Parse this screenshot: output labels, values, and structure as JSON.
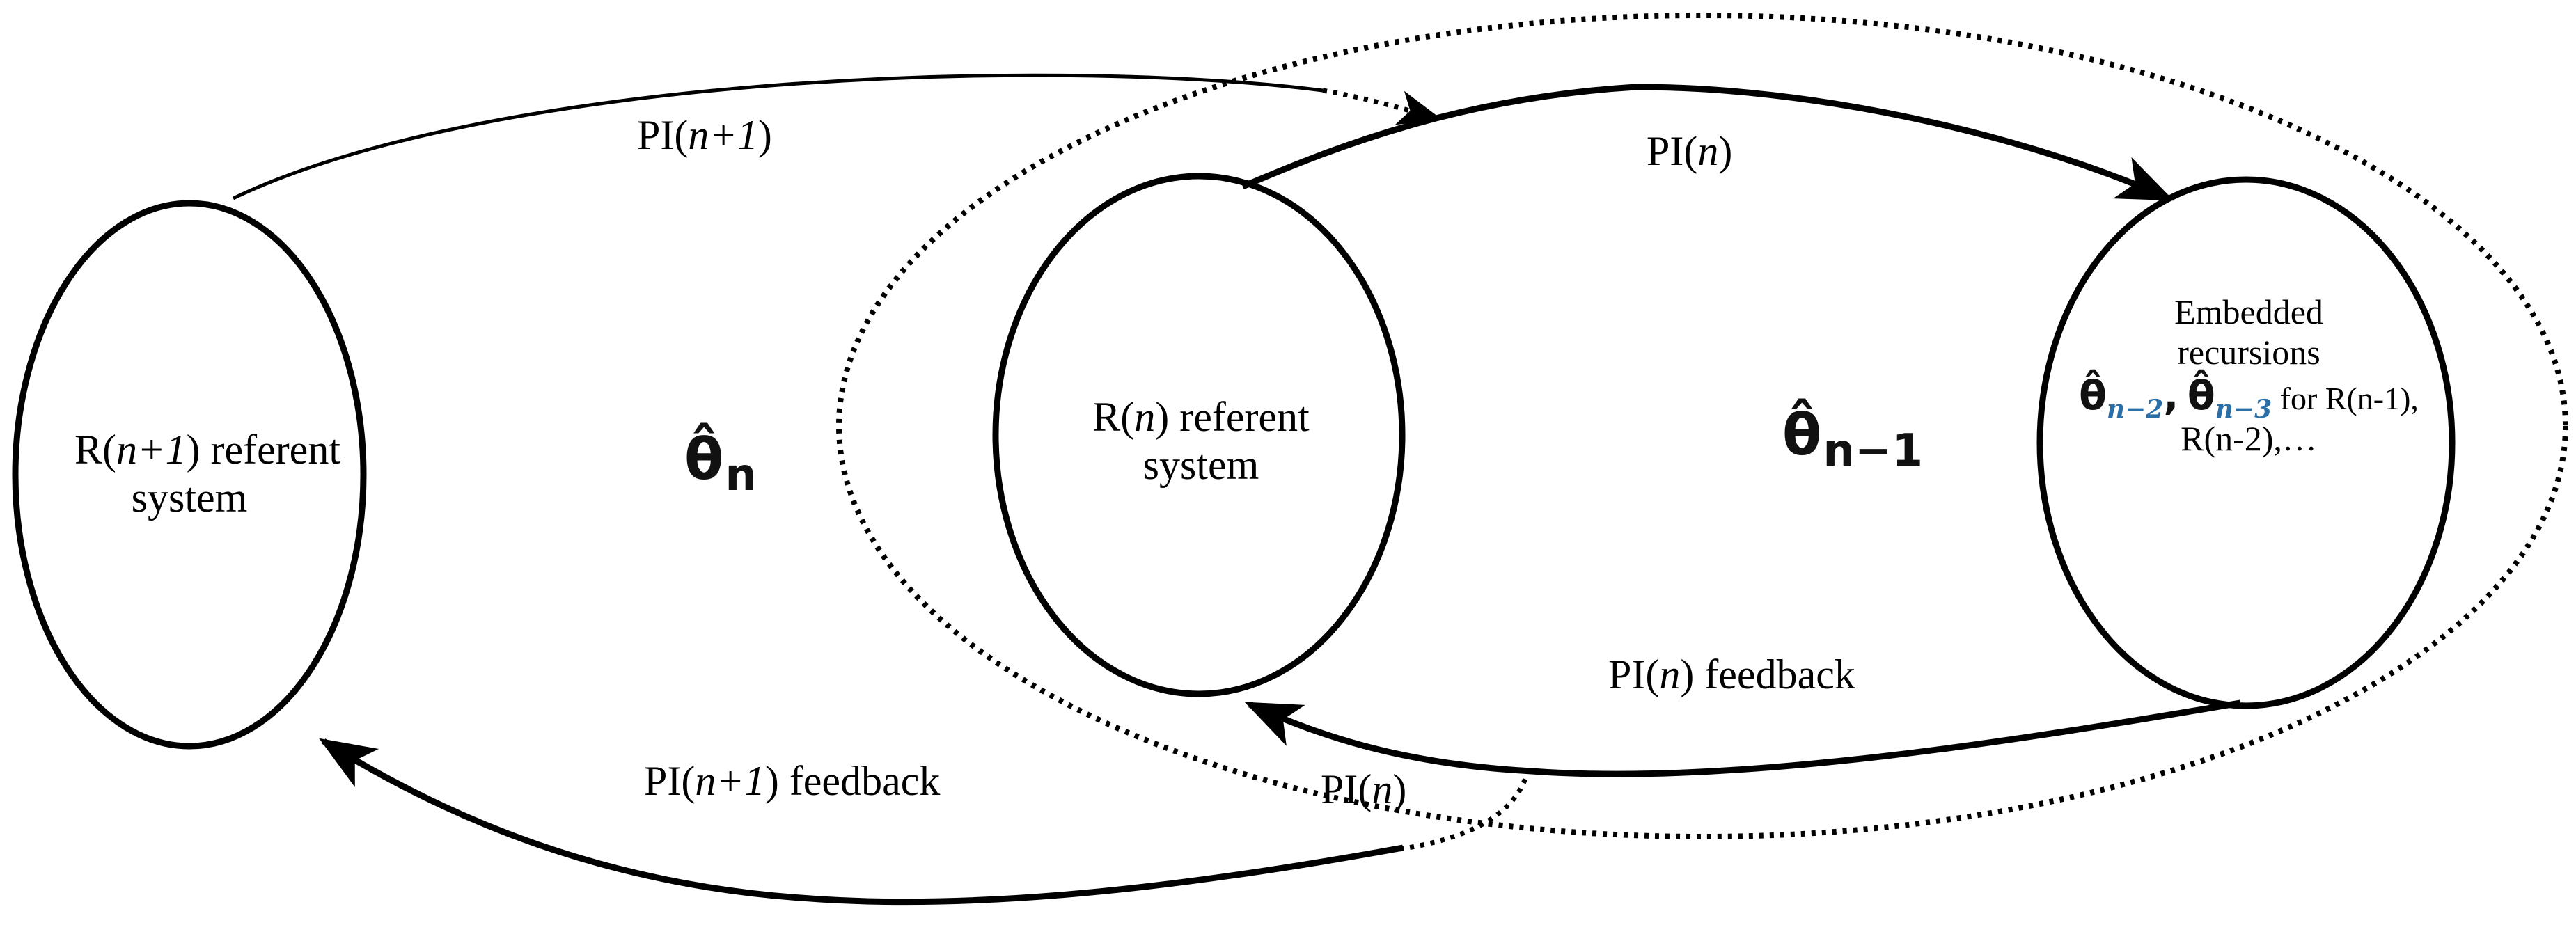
{
  "nodes": {
    "left": {
      "line1_pre": "R(",
      "line1_var": "n+1",
      "line1_post": ") referent",
      "line2": "system"
    },
    "middle": {
      "line1_pre": "R(",
      "line1_var": "n",
      "line1_post": ") referent",
      "line2": "system"
    },
    "right": {
      "line1": "Embedded",
      "line2": "recursions",
      "theta_a_sub": "n−2",
      "theta_sep": ",",
      "theta_b_sub": "n−3",
      "line3_tail": " for  R(n-1),",
      "line4": "R(n-2),…"
    }
  },
  "thetas": {
    "outer": {
      "symbol": "θ̂",
      "sub": "n"
    },
    "inner": {
      "symbol": "θ̂",
      "sub": "n−1"
    },
    "embedded_symbol": "θ̂"
  },
  "edges": {
    "top_outer": {
      "pre": "PI(",
      "var": "n+1",
      "post": ")"
    },
    "top_inner": {
      "pre": "PI(",
      "var": "n",
      "post": ")"
    },
    "inner_feedback": {
      "pre": "PI(",
      "var": "n",
      "post": ") feedback"
    },
    "outer_feedback": {
      "pre": "PI(",
      "var": "n+1",
      "post": ") feedback"
    },
    "bottom_inner": {
      "pre": "PI(",
      "var": "n",
      "post": ")"
    }
  },
  "colors": {
    "stroke": "#000000",
    "theta_subscript_accent": "#2a6fa8"
  }
}
